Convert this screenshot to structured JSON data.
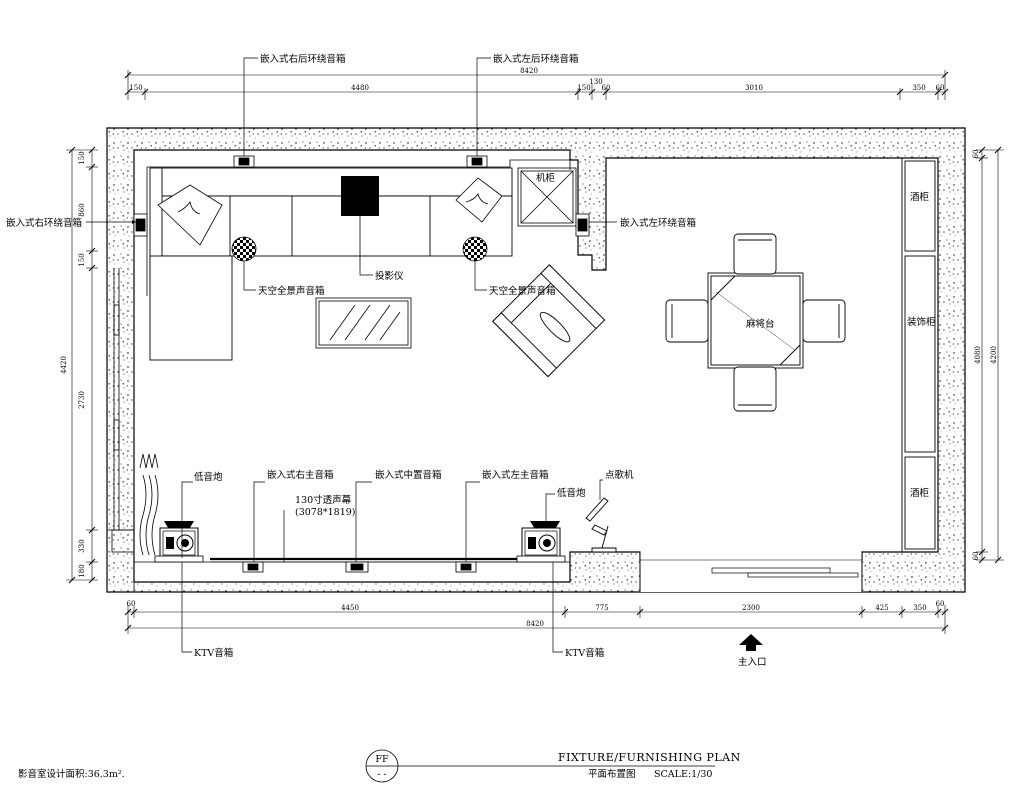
{
  "plan": {
    "title_en": "FIXTURE/FURNISHING PLAN",
    "title_cn": "平面布置图",
    "scale": "SCALE:1/30",
    "sheet_code": "FF",
    "sheet_sub": "- -",
    "area_note": "影音室设计面积:36.3m²."
  },
  "labels": {
    "rear_right_surround": "嵌入式右后环绕音箱",
    "rear_left_surround": "嵌入式左后环绕音箱",
    "right_surround": "嵌入式右环绕音箱",
    "left_surround": "嵌入式左环绕音箱",
    "projector": "投影仪",
    "ceiling_atmos_left": "天空全景声音箱",
    "ceiling_atmos_right": "天空全景声音箱",
    "cabinet": "机柜",
    "mahjong_table": "麻将台",
    "wine_cabinet_top": "酒柜",
    "display_cabinet": "装饰柜",
    "wine_cabinet_bottom": "酒柜",
    "subwoofer_left": "低音炮",
    "subwoofer_right": "低音炮",
    "right_main": "嵌入式右主音箱",
    "center_speaker": "嵌入式中置音箱",
    "left_main": "嵌入式左主音箱",
    "karaoke_machine": "点歌机",
    "screen_line1": "130寸透声幕",
    "screen_line2": "(3078*1819)",
    "ktv_left": "KTV音箱",
    "ktv_right": "KTV音箱",
    "main_entrance": "主入口"
  },
  "dims": {
    "top_total": "8420",
    "top_130": "130",
    "top_150a": "150",
    "top_4480": "4480",
    "top_150b": "150",
    "top_60a": "60",
    "top_3010": "3010",
    "top_350": "350",
    "top_60b": "60",
    "bot_60a": "60",
    "bot_4450": "4450",
    "bot_775": "775",
    "bot_2300": "2300",
    "bot_425": "425",
    "bot_350": "350",
    "bot_60b": "60",
    "bot_total": "8420",
    "left_150a": "150",
    "left_860": "860",
    "left_150b": "150",
    "left_2730": "2730",
    "left_330": "330",
    "left_180": "180",
    "left_total": "4420",
    "right_60a": "60",
    "right_4080": "4080",
    "right_60b": "60",
    "right_total": "4200"
  }
}
